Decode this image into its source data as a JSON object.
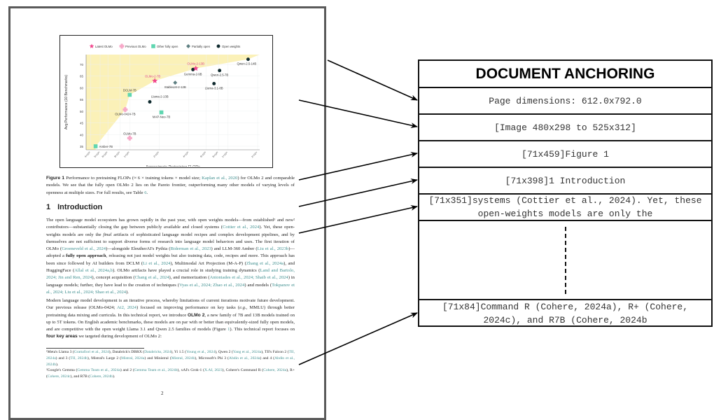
{
  "document": {
    "figure": {
      "legend": [
        {
          "label": "Latest OLMo",
          "marker": "star",
          "color": "#f0468c"
        },
        {
          "label": "Previous OLMo",
          "marker": "plus",
          "color": "#f7a8c8"
        },
        {
          "label": "Other fully open",
          "marker": "square",
          "color": "#5fd6b0"
        },
        {
          "label": "Partially open",
          "marker": "diamond",
          "color": "#5e7f82"
        },
        {
          "label": "Open weights",
          "marker": "circle",
          "color": "#0f2a2e"
        }
      ],
      "ylabel": "Avg Performance (10 Benchmarks)",
      "xlabel": "Approximate Pretraining FLOPs",
      "yticks": [
        35,
        40,
        45,
        50,
        55,
        60,
        65,
        70
      ],
      "xticks": [
        {
          "v": 4e+22,
          "label": "4×10²²"
        },
        {
          "v": 5e+22,
          "label": "5×10²²"
        },
        {
          "v": 6e+22,
          "label": "6×10²²"
        },
        {
          "v": 8e+22,
          "label": "8×10²²"
        },
        {
          "v": 1e+23,
          "label": "1×10²³"
        },
        {
          "v": 2e+23,
          "label": "2×10²³"
        },
        {
          "v": 4e+23,
          "label": "4×10²³"
        },
        {
          "v": 6e+23,
          "label": "6×10²³"
        },
        {
          "v": 8e+23,
          "label": "8×10²³"
        },
        {
          "v": 1e+24,
          "label": "1×10²⁴"
        },
        {
          "v": 2e+24,
          "label": "2×10²⁴"
        }
      ],
      "xlim": [
        3.6e+22,
        2.1e+24
      ],
      "ylim": [
        33.5,
        74.2
      ],
      "points": [
        {
          "name": "Amber-7B",
          "x": 4.5e+22,
          "y": 35,
          "cat": 2,
          "lpos": "right"
        },
        {
          "name": "OLMo-7B",
          "x": 1e+23,
          "y": 38.5,
          "cat": 1,
          "lpos": "above"
        },
        {
          "name": "OLMo-0424-7B",
          "x": 9e+22,
          "y": 50.7,
          "cat": 1,
          "lpos": "below"
        },
        {
          "name": "DCLM-7B",
          "x": 1e+23,
          "y": 57,
          "cat": 2,
          "lpos": "above"
        },
        {
          "name": "Llama-2-13B",
          "x": 1.6e+23,
          "y": 54,
          "cat": 4,
          "lpos": "aboveright"
        },
        {
          "name": "MAP-Neo-7B",
          "x": 2.1e+23,
          "y": 49.5,
          "cat": 2,
          "lpos": "below"
        },
        {
          "name": "OLMo-2-7B",
          "x": 1.8e+23,
          "y": 63,
          "cat": 0,
          "lpos": "aboveleft"
        },
        {
          "name": "StableLM-2-12B",
          "x": 2.9e+23,
          "y": 62.2,
          "cat": 3,
          "lpos": "below"
        },
        {
          "name": "Gemma-2-9B",
          "x": 4.4e+23,
          "y": 67.8,
          "cat": 4,
          "lpos": "below"
        },
        {
          "name": "OLMo-2-13B",
          "x": 4.7e+23,
          "y": 68.3,
          "cat": 0,
          "lpos": "above"
        },
        {
          "name": "Llama-3.1-8B",
          "x": 7.2e+23,
          "y": 61.8,
          "cat": 4,
          "lpos": "below"
        },
        {
          "name": "Qwen-2.5-7B",
          "x": 8.2e+23,
          "y": 67.4,
          "cat": 4,
          "lpos": "below"
        },
        {
          "name": "Qwen-2.5-14B",
          "x": 1.6e+24,
          "y": 72.2,
          "cat": 4,
          "lpos": "belowleft"
        }
      ],
      "frontier_color": "#fbf1b8"
    },
    "caption": [
      {
        "t": "Figure 1 ",
        "s": "bs"
      },
      {
        "t": "Performance to pretraining FLOPs (≈ 6 × training tokens × model size; "
      },
      {
        "t": "Kaplan et al., 2020",
        "s": "cite"
      },
      {
        "t": ") for OLMo 2 and comparable models. We see that the fully open OLMo 2 lies on the Pareto frontier, outperforming many other models of varying levels of openness at multiple sizes. For full results, see Table "
      },
      {
        "t": "6",
        "s": "cite"
      },
      {
        "t": "."
      }
    ],
    "section_number": "1",
    "section_title": "Introduction",
    "para1": [
      {
        "t": "The open language model ecosystem has grown rapidly in the past year, with open weights models—from established¹ and new² contributors—substantially closing the gap between publicly available and closed systems ("
      },
      {
        "t": "Cottier et al., 2024",
        "s": "cite"
      },
      {
        "t": "). Yet, these open-weights models are only the "
      },
      {
        "t": "final",
        "s": "i"
      },
      {
        "t": " artifacts of sophisticated language model recipes and complex development pipelines, and by themselves are not sufficient to support diverse forms of research into language model behaviors and uses. The first iteration of OLMo ("
      },
      {
        "t": "Groeneveld et al., 2024",
        "s": "cite"
      },
      {
        "t": ")—alongside EleutherAI's Pythia ("
      },
      {
        "t": "Biderman et al., 2023",
        "s": "cite"
      },
      {
        "t": ") and LLM-360 Amber ("
      },
      {
        "t": "Liu et al., 2023b",
        "s": "cite"
      },
      {
        "t": ")—adopted a "
      },
      {
        "t": "fully open approach",
        "s": "b"
      },
      {
        "t": ", releasing not just model weights but also training data, code, recipes and more. This approach has been since followed by AI builders from DCLM ("
      },
      {
        "t": "Li et al., 2024",
        "s": "cite"
      },
      {
        "t": "), Multimodal Art Projection (M-A-P) ("
      },
      {
        "t": "Zhang et al., 2024a",
        "s": "cite"
      },
      {
        "t": "), and HuggingFace ("
      },
      {
        "t": "Allal et al., 2024a,b",
        "s": "cite"
      },
      {
        "t": "). OLMo artifacts have played a crucial role in studying training dynamics ("
      },
      {
        "t": "Land and Bartolo, 2024; Jin and Ren, 2024",
        "s": "cite"
      },
      {
        "t": "), concept acquisition ("
      },
      {
        "t": "Chang et al., 2024",
        "s": "cite"
      },
      {
        "t": "), and memorization ("
      },
      {
        "t": "Antoniades et al., 2024; Shaib et al., 2024",
        "s": "cite"
      },
      {
        "t": ") in language models; further, they have lead to the creation of techniques ("
      },
      {
        "t": "Vyas et al., 2024; Zhao et al., 2024",
        "s": "cite"
      },
      {
        "t": ") and models ("
      },
      {
        "t": "Tokpanov et al., 2024; Liu et al., 2024; Shao et al., 2024",
        "s": "cite"
      },
      {
        "t": ")."
      }
    ],
    "para2": [
      {
        "t": "Modern language model development is an iterative process, whereby limitations of current iterations motivate future development. Our previous release (OLMo-0424; "
      },
      {
        "t": "Ai2, 2024",
        "s": "cite"
      },
      {
        "t": ") focused on improving performance on key tasks ("
      },
      {
        "t": "e.g.,",
        "s": "i"
      },
      {
        "t": " MMLU) through better pretraining data mixing and curricula. In this technical report, we introduce "
      },
      {
        "t": "OLMo 2",
        "s": "bs"
      },
      {
        "t": ", a new family of 7B and 13B models trained on up to 5T tokens. On English academic benchmarks, these models are on par with or better than equivalently-sized fully open models, and are competitive with the open weight Llama 3.1 and Qwen 2.5 families of models (Figure "
      },
      {
        "t": "1",
        "s": "cite"
      },
      {
        "t": "). This technical report focuses on "
      },
      {
        "t": "four key areas",
        "s": "bs"
      },
      {
        "t": " we targeted during development of OLMo 2:"
      }
    ],
    "footnotes": [
      {
        "t": "¹Meta's Llama 3 ("
      },
      {
        "t": "Grattafiori et al., 2024",
        "s": "cite"
      },
      {
        "t": "), Databrick's DBRX ("
      },
      {
        "t": "Databricks, 2024",
        "s": "cite"
      },
      {
        "t": "), Yi 1.5 ("
      },
      {
        "t": "Young et al., 2024",
        "s": "cite"
      },
      {
        "t": "), Qwen 2 ("
      },
      {
        "t": "Yang et al., 2024a",
        "s": "cite"
      },
      {
        "t": "), TII's Falcon 2 ("
      },
      {
        "t": "TII, 2024a",
        "s": "cite"
      },
      {
        "t": ") and 3 ("
      },
      {
        "t": "TII, 2024b",
        "s": "cite"
      },
      {
        "t": "), Mistral's Large 2 ("
      },
      {
        "t": "Mistral, 2024a",
        "s": "cite"
      },
      {
        "t": ") and Ministral ("
      },
      {
        "t": "Mistral, 2024b",
        "s": "cite"
      },
      {
        "t": "), Microsoft's Phi 3 ("
      },
      {
        "t": "Abdin et al., 2024a",
        "s": "cite"
      },
      {
        "t": ") and 4 ("
      },
      {
        "t": "Abdin et al., 2024b",
        "s": "cite"
      },
      {
        "t": ")."
      },
      {
        "t": "\n²Google's Gemma ("
      },
      {
        "t": "Gemma Team et al., 2024a",
        "s": "cite"
      },
      {
        "t": ") and 2 ("
      },
      {
        "t": "Gemma Team et al., 2024b",
        "s": "cite"
      },
      {
        "t": "), xAI's Grok-1 ("
      },
      {
        "t": "X.AI, 2023",
        "s": "cite"
      },
      {
        "t": "), Cohere's Command R ("
      },
      {
        "t": "Cohere, 2024a",
        "s": "cite"
      },
      {
        "t": "), R+ ("
      },
      {
        "t": "Cohere, 2024c",
        "s": "cite"
      },
      {
        "t": "), and R7B ("
      },
      {
        "t": "Cohere, 2024b",
        "s": "cite"
      },
      {
        "t": ")."
      }
    ],
    "page_number": "2"
  },
  "anchoring": {
    "title": "DOCUMENT ANCHORING",
    "rows": [
      "Page dimensions: 612.0x792.0",
      "[Image 480x298 to 525x312]",
      "[71x459]Figure 1",
      "[71x398]1 Introduction",
      "[71x351]systems (Cottier et al., 2024). Yet, these open-weights models are only the",
      "",
      "[71x84]Command R (Cohere, 2024a), R+ (Cohere, 2024c), and R7B (Cohere, 2024b"
    ]
  }
}
